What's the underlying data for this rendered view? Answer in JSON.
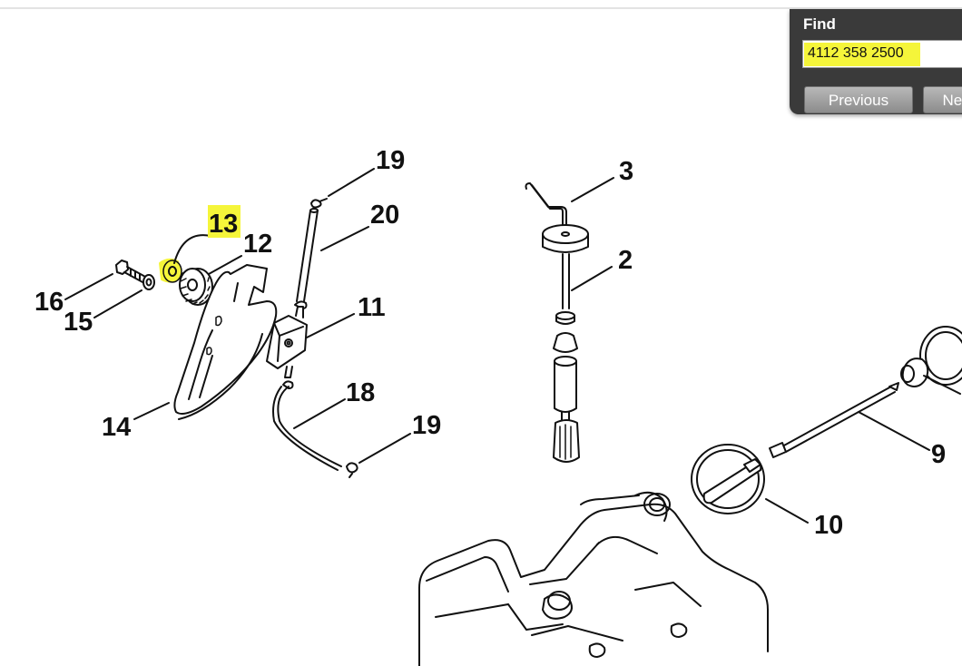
{
  "diagram": {
    "callouts": [
      {
        "id": "13",
        "label": "13",
        "highlighted": true
      },
      {
        "id": "12",
        "label": "12"
      },
      {
        "id": "16",
        "label": "16"
      },
      {
        "id": "15",
        "label": "15"
      },
      {
        "id": "14",
        "label": "14"
      },
      {
        "id": "19a",
        "label": "19"
      },
      {
        "id": "20",
        "label": "20"
      },
      {
        "id": "11",
        "label": "11"
      },
      {
        "id": "18",
        "label": "18"
      },
      {
        "id": "19b",
        "label": "19"
      },
      {
        "id": "3",
        "label": "3"
      },
      {
        "id": "2",
        "label": "2"
      },
      {
        "id": "9",
        "label": "9"
      },
      {
        "id": "10",
        "label": "10"
      }
    ],
    "highlight_color": "#f5f53a",
    "line_color": "#111111"
  },
  "find": {
    "title": "Find",
    "query": "4112 358 2500",
    "previous_label": "Previous",
    "next_label": "Next",
    "panel_color": "#3a3a3a",
    "highlight_color": "#f5f53a"
  }
}
